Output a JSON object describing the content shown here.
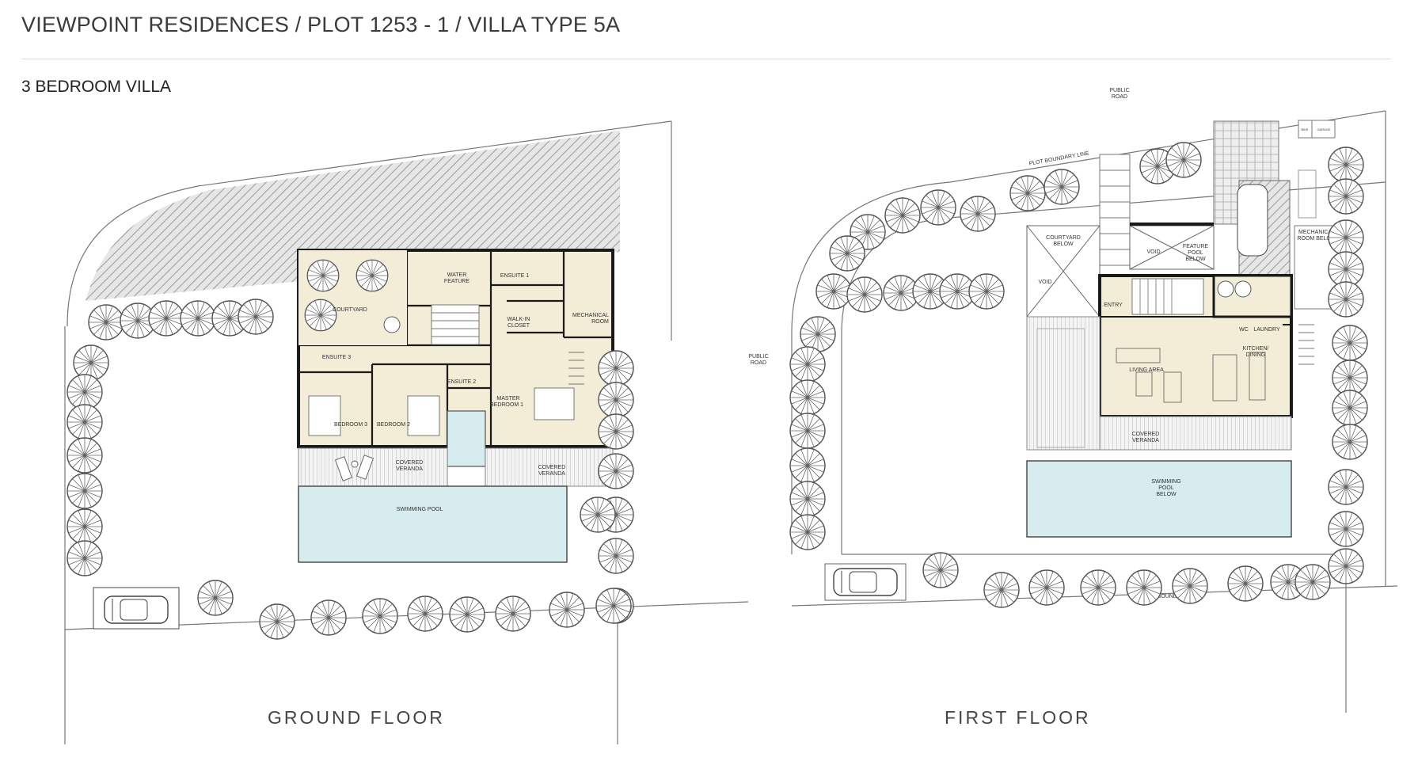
{
  "header": {
    "title": "VIEWPOINT RESIDENCES / PLOT 1253 - 1 / VILLA TYPE 5A",
    "subtitle": "3 BEDROOM VILLA"
  },
  "colors": {
    "room_fill": "#f3ecd6",
    "pool_fill": "#d6ecef",
    "hatch": "#9a9a9a",
    "wall": "#1a1a1a",
    "line": "#555555"
  },
  "ground_floor": {
    "label": "GROUND FLOOR",
    "rooms": {
      "courtyard": "COURTYARD",
      "water_feature_1": "WATER",
      "water_feature_2": "FEATURE",
      "ensuite1": "ENSUITE 1",
      "walkin_1": "WALK-IN",
      "walkin_2": "CLOSET",
      "mechanical_1": "MECHANICAL",
      "mechanical_2": "ROOM",
      "ensuite3": "ENSUITE 3",
      "ensuite2": "ENSUITE 2",
      "bedroom3": "BEDROOM 3",
      "bedroom2": "BEDROOM 2",
      "master_1": "MASTER",
      "master_2": "BEDROOM 1",
      "veranda_1_a": "COVERED",
      "veranda_1_b": "VERANDA",
      "veranda_2_a": "COVERED",
      "veranda_2_b": "VERANDA",
      "pool": "SWIMMING POOL"
    }
  },
  "first_floor": {
    "label": "FIRST FLOOR",
    "rooms": {
      "public_road_top_1": "PUBLIC",
      "public_road_top_2": "ROAD",
      "public_road_left_1": "PUBLIC",
      "public_road_left_2": "ROAD",
      "plot_boundary_top": "PLOT BOUNDARY LINE",
      "plot_boundary_bottom": "PLOT BOUNDARY LINE",
      "courtyard_below_1": "COURTYARD",
      "courtyard_below_2": "BELOW",
      "void1": "VOID",
      "void2": "VOID",
      "feature_pool_1": "FEATURE",
      "feature_pool_2": "POOL",
      "feature_pool_3": "BELOW",
      "mech_below_1": "MECHANICAL",
      "mech_below_2": "ROOM BELOW",
      "entry": "ENTRY",
      "wc": "WC",
      "laundry": "LAUNDRY",
      "kitchen_1": "KITCHEN/",
      "kitchen_2": "DINING",
      "living": "LIVING AREA",
      "veranda_1": "COVERED",
      "veranda_2": "VERANDA",
      "pool_1": "SWIMMING",
      "pool_2": "POOL",
      "pool_3": "BELOW",
      "bike": "BIKE",
      "garage": "GARAGE"
    }
  }
}
